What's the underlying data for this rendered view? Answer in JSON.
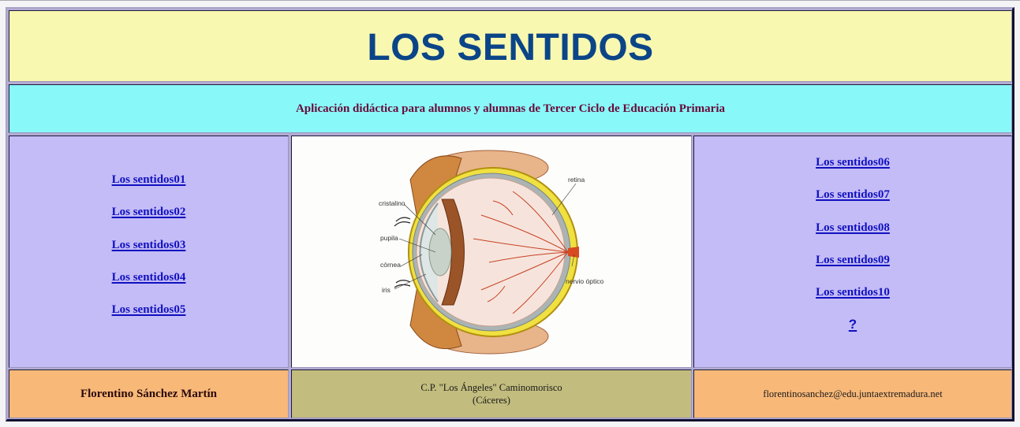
{
  "header": {
    "title": "LOS SENTIDOS",
    "subtitle": "Aplicación didáctica para alumnos y alumnas de Tercer Ciclo de Educación Primaria"
  },
  "left_nav": {
    "items": [
      {
        "label": "Los sentidos01"
      },
      {
        "label": "Los sentidos02"
      },
      {
        "label": "Los sentidos03"
      },
      {
        "label": "Los sentidos04"
      },
      {
        "label": "Los sentidos05"
      }
    ]
  },
  "right_nav": {
    "items": [
      {
        "label": "Los sentidos06"
      },
      {
        "label": "Los sentidos07"
      },
      {
        "label": "Los sentidos08"
      },
      {
        "label": "Los sentidos09"
      },
      {
        "label": "Los sentidos10"
      },
      {
        "label": "?"
      }
    ]
  },
  "illustration": {
    "subject": "eye-diagram",
    "labels": {
      "cristalino": "cristalino",
      "pupila": "pupila",
      "cornea": "córnea",
      "iris": "iris",
      "retina": "retina",
      "nervio": "nervio óptico"
    }
  },
  "footer": {
    "author": "Florentino Sánchez Martín",
    "school_line1": "C.P. \"Los Ángeles\" Caminomorisco",
    "school_line2": "(Cáceres)",
    "email": "florentinosanchez@edu.juntaextremadura.net"
  },
  "colors": {
    "title_bg": "#f8f8b0",
    "title_text": "#0b4588",
    "subtitle_bg": "#88f8f8",
    "subtitle_text": "#6a0838",
    "nav_bg": "#c4bcf6",
    "link": "#1010c0",
    "footer_side_bg": "#f8b878",
    "footer_center_bg": "#c2bc7e"
  }
}
